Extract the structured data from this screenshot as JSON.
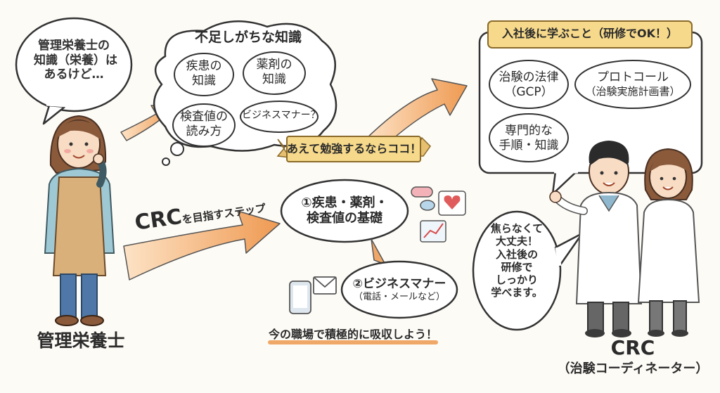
{
  "nutritionist": {
    "speech": [
      "管理栄養士の",
      "知識（栄養）は",
      "あるけど…"
    ],
    "caption": "管理栄養士"
  },
  "lacking": {
    "title": "不足しがちな知識",
    "items": [
      [
        "疾患の",
        "知識"
      ],
      [
        "薬剤の",
        "知識"
      ],
      [
        "検査値の",
        "読み方"
      ],
      [
        "ビジネスマナー？"
      ]
    ]
  },
  "steps": {
    "arrow_label_latin": "CRC",
    "arrow_label_kana": "を目指すステップ",
    "banner": "あえて勉強するならココ！",
    "step1": [
      "①疾患・薬剤・",
      "検査値の基礎"
    ],
    "step2": [
      "②ビジネスマナー",
      "（電話・メールなど）"
    ],
    "footer": "今の職場で積極的に吸収しよう！"
  },
  "learn": {
    "title": "入社後に学ぶこと（研修でOK！）",
    "items": [
      [
        "治験の法律",
        "（GCP）"
      ],
      [
        "プロトコール",
        "（治験実施計画書）"
      ],
      [
        "専門的な",
        "手順・知識"
      ]
    ]
  },
  "crc": {
    "speech": [
      "焦らなくて",
      "大丈夫！",
      "入社後の",
      "研修で",
      "しっかり",
      "学べます。"
    ],
    "caption": "CRC",
    "subcaption": "（治験コーディネーター）"
  },
  "colors": {
    "arrow": "#f0a868",
    "banner": "#f6d98a",
    "apron": "#d9b07a",
    "shirt": "#9ec9d4"
  }
}
